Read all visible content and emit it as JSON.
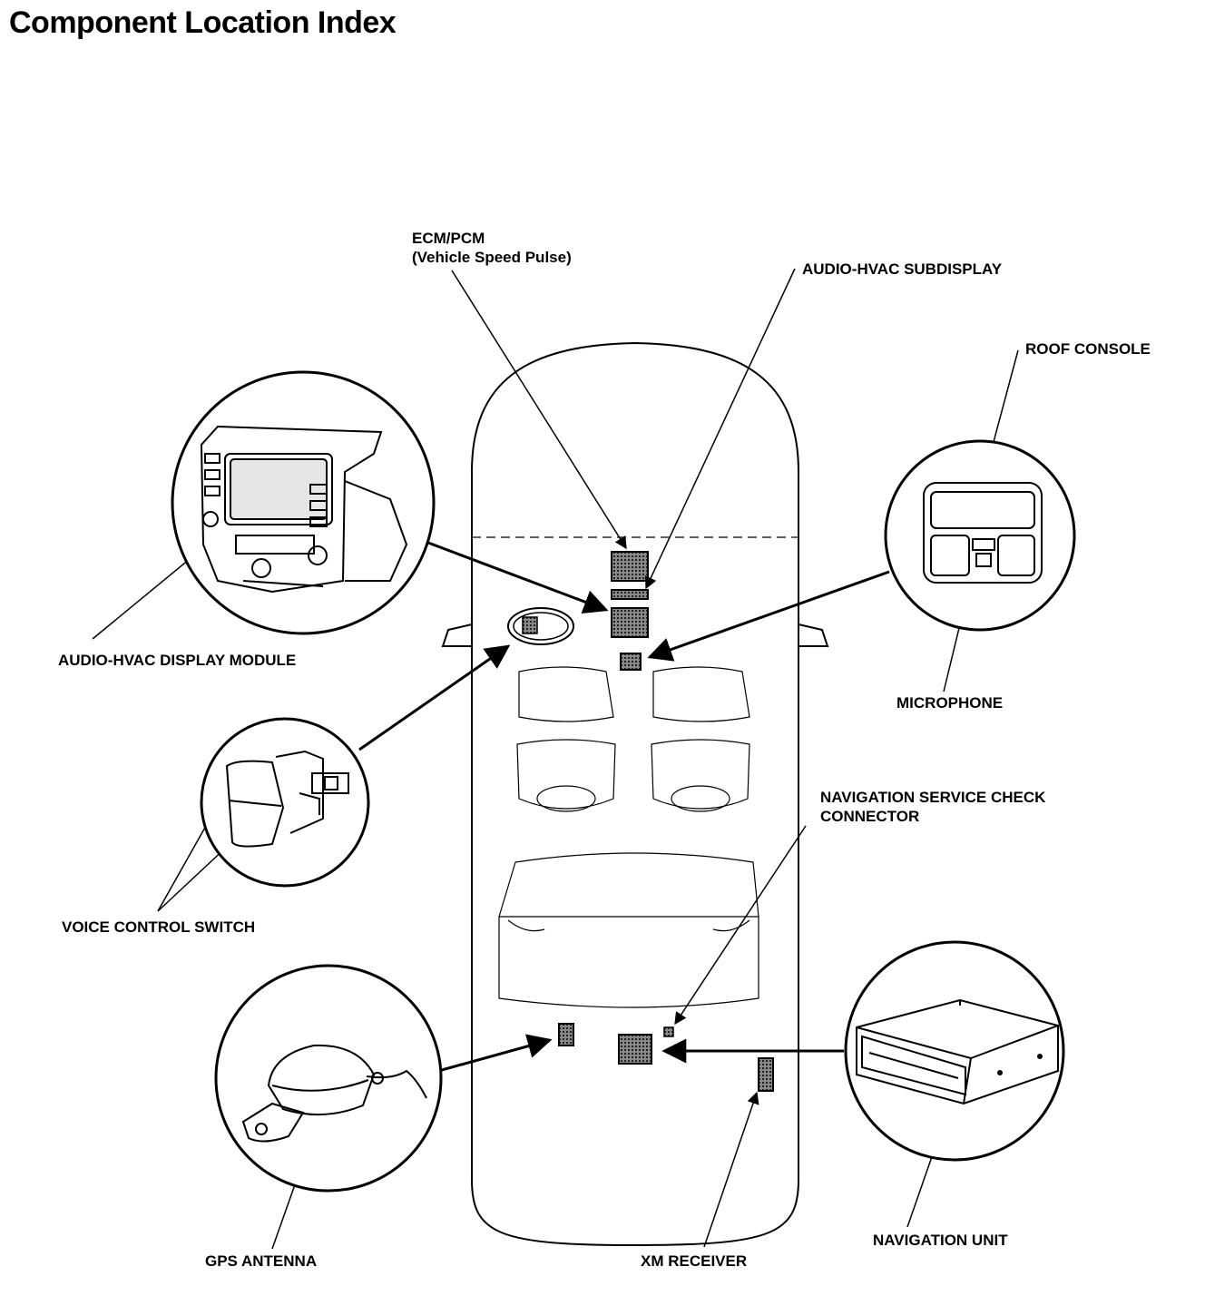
{
  "page": {
    "title": "Component Location Index"
  },
  "labels": {
    "ecm_pcm": "ECM/PCM",
    "ecm_pcm_sub": "(Vehicle Speed Pulse)",
    "audio_hvac_subdisplay": "AUDIO-HVAC SUBDISPLAY",
    "roof_console": "ROOF CONSOLE",
    "audio_hvac_display_module": "AUDIO-HVAC DISPLAY MODULE",
    "microphone": "MICROPHONE",
    "navigation_service_check_connector_line1": "NAVIGATION SERVICE CHECK",
    "navigation_service_check_connector_line2": "CONNECTOR",
    "voice_control_switch": "VOICE CONTROL SWITCH",
    "gps_antenna": "GPS ANTENNA",
    "xm_receiver": "XM RECEIVER",
    "navigation_unit": "NAVIGATION UNIT"
  }
}
